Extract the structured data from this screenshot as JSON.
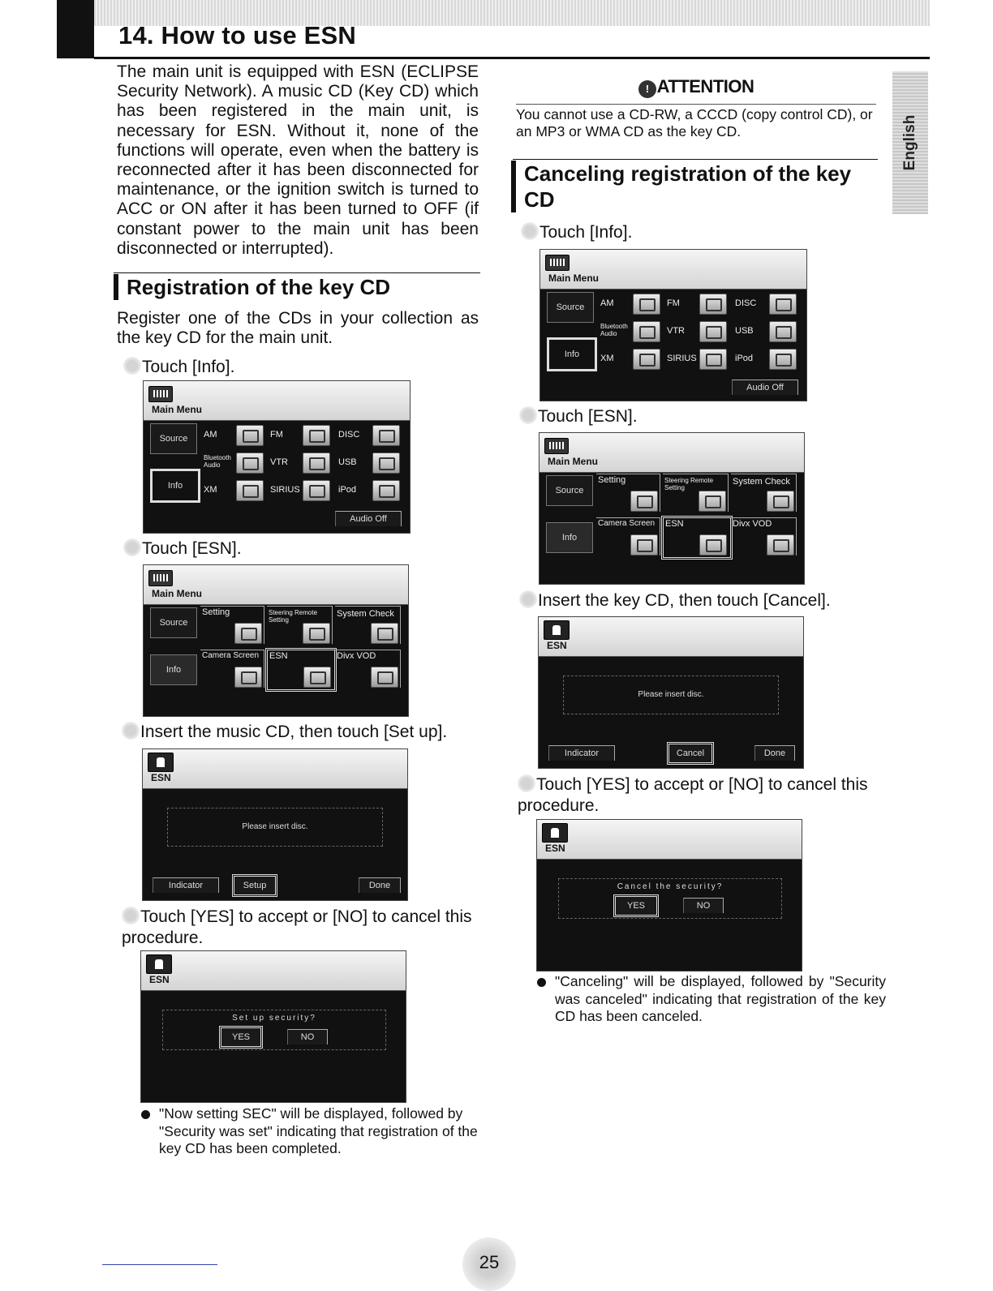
{
  "header": {
    "title": "14. How to use ESN",
    "side_tab": "English"
  },
  "left": {
    "intro": "The main unit is equipped with ESN (ECLIPSE Security Network). A music CD (Key CD) which has been registered in the main unit, is necessary for ESN. Without it, none of the functions will operate, even when the battery is reconnected after it has been disconnected for maintenance, or the ignition switch is turned to ACC or ON after it has been turned to OFF (if constant power to the main unit has been disconnected or interrupted).",
    "section_title": "Registration of the key CD",
    "section_intro": "Register one of the CDs in your collection as the key CD for the main unit.",
    "steps": [
      "Touch [Info].",
      "Touch [ESN].",
      "Insert the music CD, then touch [Set up].",
      "Touch [YES] to accept or [NO] to cancel this procedure."
    ],
    "note": "\"Now setting SEC\" will be displayed, followed by \"Security was set\" indicating that registration of the key CD has been completed."
  },
  "right": {
    "attention_title": "ATTENTION",
    "attention_icon": "!",
    "attention_text": "You cannot use a CD-RW, a CCCD (copy control CD), or an MP3 or WMA CD as the key CD.",
    "section_title": "Canceling registration of the key CD",
    "steps": [
      "Touch [Info].",
      "Touch [ESN].",
      "Insert the key CD, then touch [Cancel].",
      "Touch [YES] to accept or [NO] to cancel this procedure."
    ],
    "note": "\"Canceling\" will be displayed, followed by \"Security was canceled\" indicating that registration of the key CD has been canceled."
  },
  "screens": {
    "main_menu_title": "Main Menu",
    "esn_title": "ESN",
    "source": "Source",
    "info": "Info",
    "am": "AM",
    "fm": "FM",
    "disc": "DISC",
    "bt_line1": "Bluetooth",
    "bt_line2": "Audio",
    "vtr": "VTR",
    "usb": "USB",
    "xm": "XM",
    "sirius": "SIRIUS",
    "ipod": "iPod",
    "audio_off": "Audio Off",
    "setting": "Setting",
    "steering_line1": "Steering Remote",
    "steering_line2": "Setting",
    "system_check": "System Check",
    "camera_screen": "Camera Screen",
    "esn": "ESN",
    "divx": "Divx VOD",
    "please_insert": "Please insert disc.",
    "indicator": "Indicator",
    "setup": "Setup",
    "cancel": "Cancel",
    "done": "Done",
    "setup_security": "Set up security?",
    "cancel_security": "Cancel the security?",
    "yes": "YES",
    "no": "NO"
  },
  "footer": {
    "page_number": "25"
  }
}
